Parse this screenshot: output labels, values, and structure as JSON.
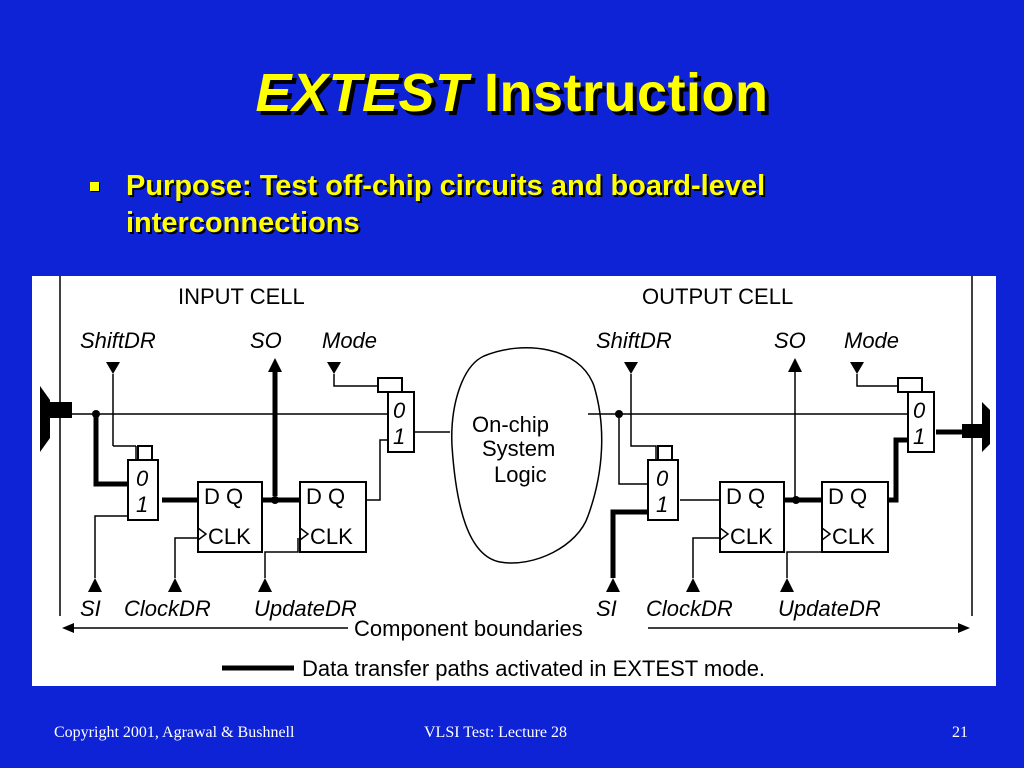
{
  "title": {
    "italic": "EXTEST",
    "rest": "Instruction"
  },
  "bullet": "Purpose: Test off-chip circuits and board-level interconnections",
  "diagram": {
    "input_cell": {
      "header": "INPUT CELL",
      "shiftdr": "ShiftDR",
      "so": "SO",
      "mode": "Mode",
      "si": "SI",
      "clockdr": "ClockDR",
      "updatedr": "UpdateDR"
    },
    "output_cell": {
      "header": "OUTPUT CELL",
      "shiftdr": "ShiftDR",
      "so": "SO",
      "mode": "Mode",
      "si": "SI",
      "clockdr": "ClockDR",
      "updatedr": "UpdateDR"
    },
    "mux_0": "0",
    "mux_1": "1",
    "ff_dq": "D Q",
    "ff_clk": "CLK",
    "logic": [
      "On-chip",
      "System",
      "Logic"
    ],
    "component_boundaries": "Component boundaries",
    "legend": "Data transfer paths activated in EXTEST mode."
  },
  "footer": {
    "copyright": "Copyright 2001, Agrawal & Bushnell",
    "course": "VLSI Test: Lecture 28",
    "page": "21"
  },
  "colors": {
    "background": "#0f23d6",
    "title": "#ffff00",
    "footer": "#ffffff"
  }
}
